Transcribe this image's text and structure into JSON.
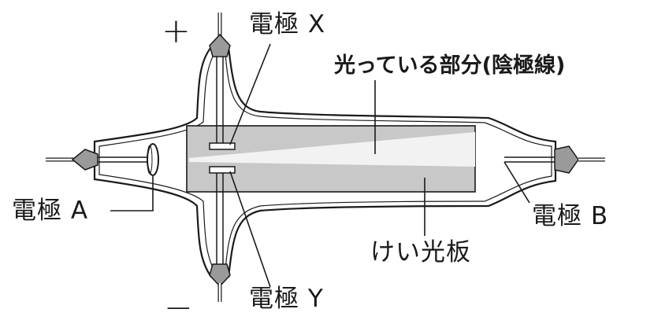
{
  "labels": {
    "plus_sign": "+",
    "minus_sign": "−",
    "electrode_x": "電極 X",
    "electrode_y": "電極 Y",
    "electrode_a": "電極 A",
    "electrode_b": "電極 B",
    "cathode_ray": "光っている部分(陰極線)",
    "fluorescent_plate": "けい光板"
  },
  "colors": {
    "outline": "#1a1a1a",
    "plate_fill": "#c8c8c8",
    "beam": "#f2f2f2",
    "electrode_tip": "#9a9a9a"
  }
}
